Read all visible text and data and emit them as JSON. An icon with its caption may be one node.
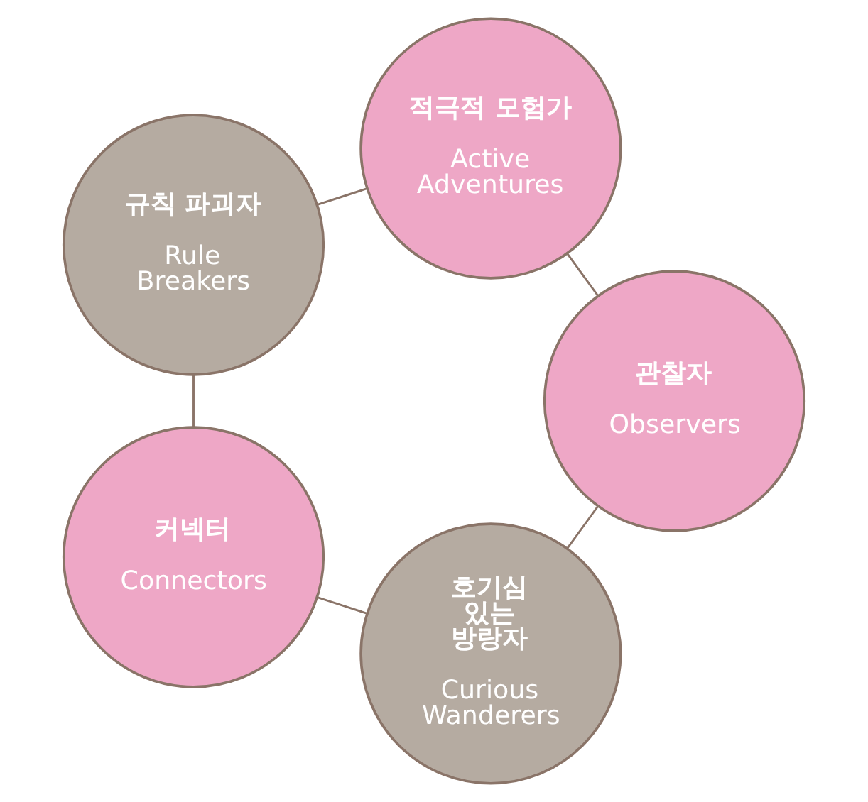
{
  "diagram": {
    "nodes": [
      {
        "text": [
          "호기심 있는 방랑자",
          "Curious Wanderers"
        ]
      },
      {
        "text": [
          "커넥터",
          "Connectors"
        ]
      },
      {
        "text": [
          "규칙 파괴자",
          "Rule Breakers"
        ]
      },
      {
        "text": [
          "적극적 모험가",
          "Active Adventures"
        ]
      },
      {
        "text": [
          "관찰자",
          "Observers"
        ]
      }
    ],
    "edges": [
      {
        "from": 0,
        "to": 1,
        "arrow": "none"
      },
      {
        "from": 1,
        "to": 2,
        "arrow": "none"
      },
      {
        "from": 2,
        "to": 3,
        "arrow": "none"
      },
      {
        "from": 3,
        "to": 4,
        "arrow": "none"
      },
      {
        "from": 4,
        "to": 0,
        "arrow": "none"
      }
    ]
  }
}
